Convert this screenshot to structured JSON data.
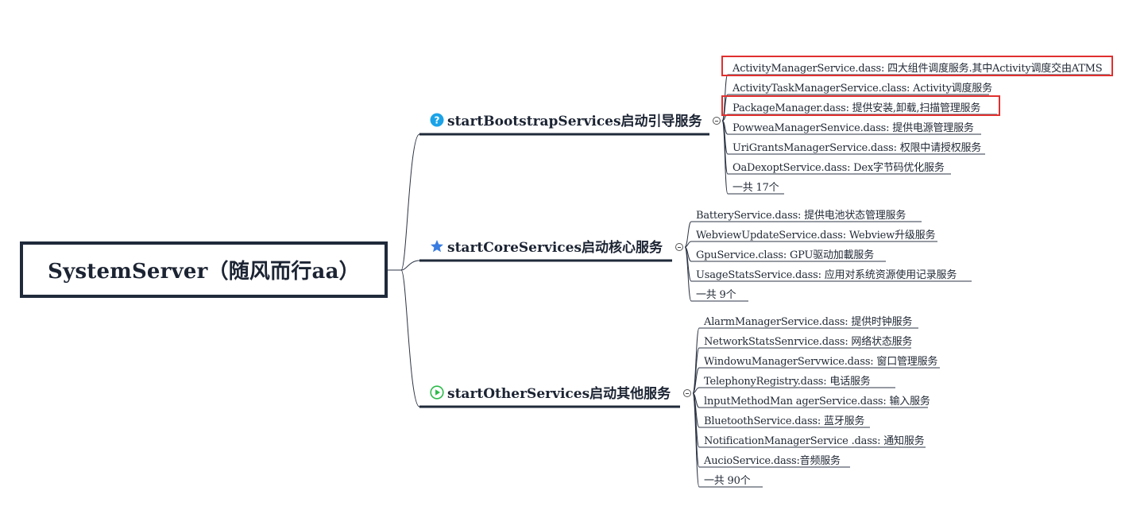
{
  "root": {
    "label": "SystemServer（随风而行aa）"
  },
  "branches": [
    {
      "label": "startBootstrapServices启动引导服务",
      "icon": "question-icon",
      "icon_color": "#1ba3e8",
      "items": [
        "ActivityManagerService.dass: 四大组件调度服务.其中Activity调度交由ATMS",
        "ActivityTaskManagerService.class: Activity调度服务",
        "PackageManager.dass: 提供安装,卸载,扫描管理服务",
        "PowweaManagerSenvice.dass: 提供电源管理服务",
        "UriGrantsManagerService.dass: 权限中请授权服务",
        "OaDexoptService.dass: Dex字节码优化服务",
        "一共 17个"
      ],
      "highlighted_items": [
        0,
        2
      ]
    },
    {
      "label": "startCoreServices启动核心服务",
      "icon": "star-icon",
      "icon_color": "#3a7de0",
      "items": [
        "BatteryService.dass: 提供电池状态管理服务",
        "WebviewUpdateService.dass: Webview升级服务",
        "GpuService.class: GPU驱动加載服务",
        "UsageStatsService.dass: 应用对系统资源使用记录服务",
        "一共 9个"
      ],
      "highlighted_items": []
    },
    {
      "label": "startOtherServices启动其他服务",
      "icon": "play-circle-icon",
      "icon_color": "#2dbb4a",
      "items": [
        "AlarmManagerService.dass: 提供时钟服务",
        "NetworkStatsSenrvice.dass: 网络状态服务",
        "WindowuManagerServwice.dass: 窗口管理服务",
        "TelephonyRegistry.dass: 电话服务",
        "lnputMethodMan agerService.dass: 输入服务",
        "BluetoothService.dass: 蓝牙服务",
        "NotificationManagerService .dass: 通知服务",
        "AucioService.dass:音频服务",
        "一共 90个"
      ],
      "highlighted_items": []
    }
  ],
  "colors": {
    "line": "#1f2a3a",
    "thin_line": "#2c3444",
    "highlight": "#e0302e"
  }
}
